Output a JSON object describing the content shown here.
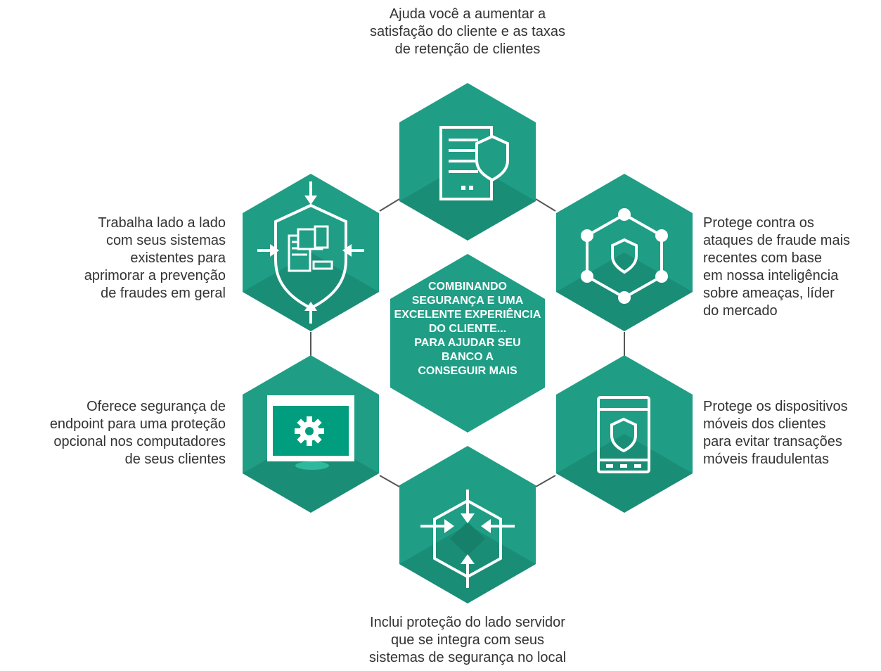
{
  "center": {
    "lines": [
      "COMBINANDO",
      "SEGURANÇA E UMA",
      "EXCELENTE EXPERIÊNCIA",
      "DO CLIENTE...",
      "PARA AJUDAR SEU",
      "BANCO A",
      "CONSEGUIR MAIS"
    ]
  },
  "features": [
    {
      "id": "top",
      "icon": "server-shield-icon",
      "lines": [
        "Ajuda você a aumentar a",
        "satisfação do cliente e as taxas",
        "de retenção de clientes"
      ]
    },
    {
      "id": "top-right",
      "icon": "network-shield-icon",
      "lines": [
        "Protege contra os",
        "ataques de fraude mais",
        "recentes com base",
        "em nossa inteligência",
        "sobre ameaças, líder",
        "do mercado"
      ]
    },
    {
      "id": "bottom-right",
      "icon": "mobile-shield-icon",
      "lines": [
        "Protege os dispositivos",
        "móveis dos clientes",
        "para evitar transações",
        "móveis fraudulentas"
      ]
    },
    {
      "id": "bottom",
      "icon": "server-integration-icon",
      "lines": [
        "Inclui proteção do lado servidor",
        "que se integra com seus",
        "sistemas de segurança no local"
      ]
    },
    {
      "id": "bottom-left",
      "icon": "monitor-gear-icon",
      "lines": [
        "Oferece segurança de",
        "endpoint para uma proteção",
        "opcional nos computadores",
        "de seus clientes"
      ]
    },
    {
      "id": "top-left",
      "icon": "systems-shield-arrows-icon",
      "lines": [
        "Trabalha lado a lado",
        "com seus sistemas",
        "existentes para",
        "aprimorar a prevenção",
        "de fraudes em geral"
      ]
    }
  ],
  "colors": {
    "hex": "#1f9e85",
    "hex_dark": "#16806b",
    "icon_line": "#ffffff",
    "connector": "#555555",
    "caption_text": "#333333"
  }
}
